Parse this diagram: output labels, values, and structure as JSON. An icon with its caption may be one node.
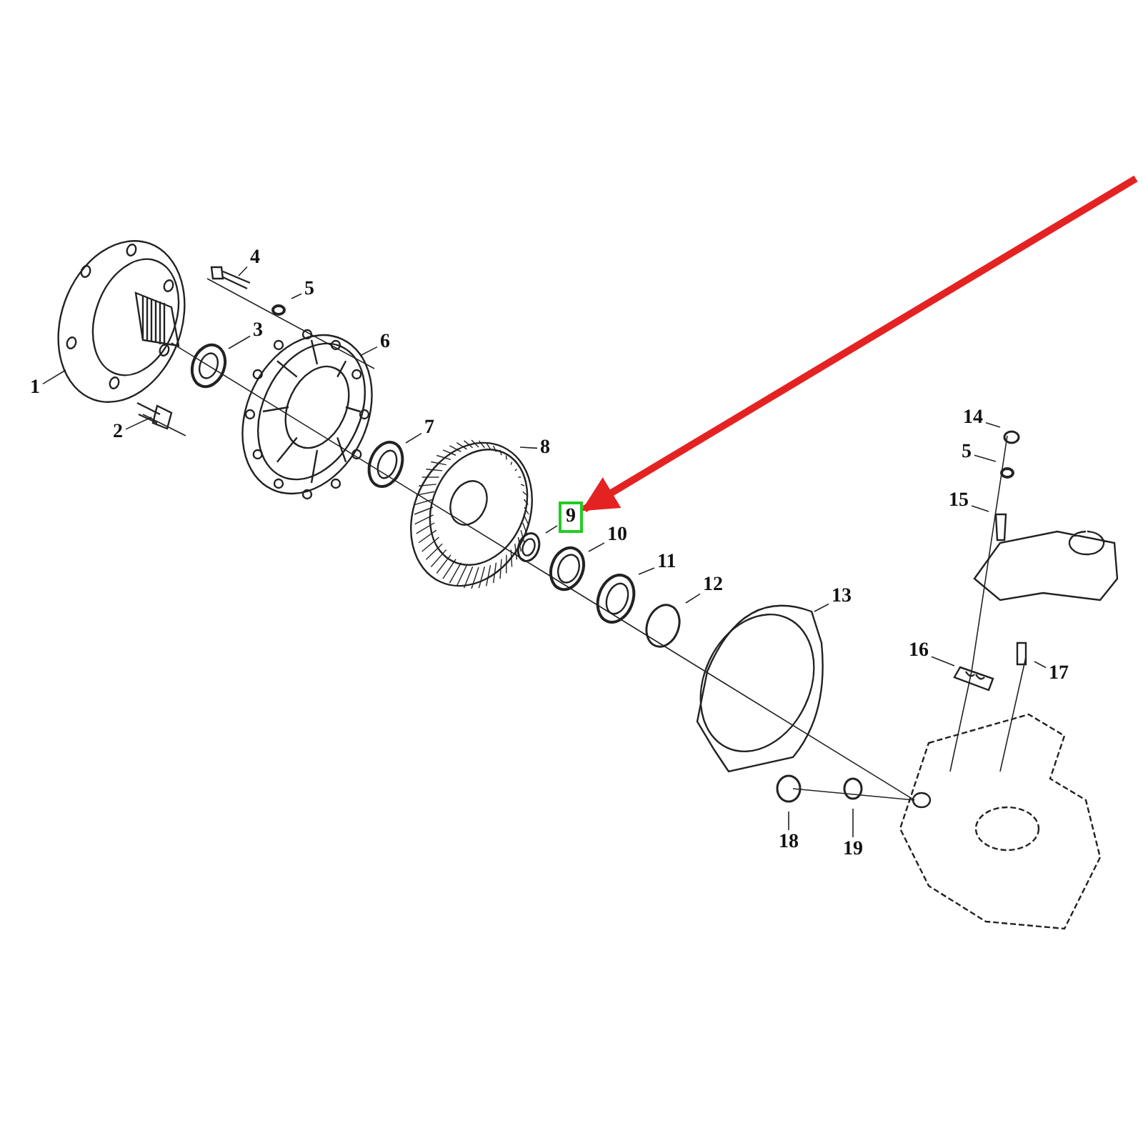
{
  "diagram": {
    "nodes": [
      {
        "text": [
          "1"
        ]
      },
      {
        "text": [
          "2"
        ]
      },
      {
        "text": [
          "3"
        ]
      },
      {
        "text": [
          "4"
        ]
      },
      {
        "text": [
          "5"
        ]
      },
      {
        "text": [
          "6"
        ]
      },
      {
        "text": [
          "7"
        ]
      },
      {
        "text": [
          "8"
        ]
      },
      {
        "text": [
          "9"
        ]
      },
      {
        "text": [
          "10"
        ]
      },
      {
        "text": [
          "11"
        ]
      },
      {
        "text": [
          "12"
        ]
      },
      {
        "text": [
          "13"
        ]
      },
      {
        "text": [
          "14"
        ]
      },
      {
        "text": [
          "5"
        ]
      },
      {
        "text": [
          "15"
        ]
      },
      {
        "text": [
          "16"
        ]
      },
      {
        "text": [
          "17"
        ]
      },
      {
        "text": [
          "18"
        ]
      },
      {
        "text": [
          "19"
        ]
      }
    ],
    "edges": [
      {
        "from": 0,
        "to": null,
        "arrow": "none"
      },
      {
        "from": 1,
        "to": null,
        "arrow": "none"
      },
      {
        "from": 2,
        "to": null,
        "arrow": "none"
      },
      {
        "from": 3,
        "to": null,
        "arrow": "none"
      },
      {
        "from": 4,
        "to": null,
        "arrow": "none"
      },
      {
        "from": 5,
        "to": null,
        "arrow": "none"
      },
      {
        "from": 6,
        "to": null,
        "arrow": "none"
      },
      {
        "from": 7,
        "to": null,
        "arrow": "none"
      },
      {
        "from": 8,
        "to": null,
        "arrow": "none"
      },
      {
        "from": 9,
        "to": null,
        "arrow": "none"
      },
      {
        "from": 10,
        "to": null,
        "arrow": "none"
      },
      {
        "from": 11,
        "to": null,
        "arrow": "none"
      },
      {
        "from": 12,
        "to": null,
        "arrow": "none"
      },
      {
        "from": 13,
        "to": null,
        "arrow": "none"
      },
      {
        "from": 14,
        "to": null,
        "arrow": "none"
      },
      {
        "from": 15,
        "to": null,
        "arrow": "none"
      },
      {
        "from": 16,
        "to": null,
        "arrow": "none"
      },
      {
        "from": 17,
        "to": null,
        "arrow": "none"
      },
      {
        "from": 18,
        "to": null,
        "arrow": "none"
      },
      {
        "from": 19,
        "to": null,
        "arrow": "none"
      },
      {
        "from": null,
        "to": 8,
        "arrow": "to",
        "style": "thick",
        "color": "#e52222"
      }
    ]
  }
}
